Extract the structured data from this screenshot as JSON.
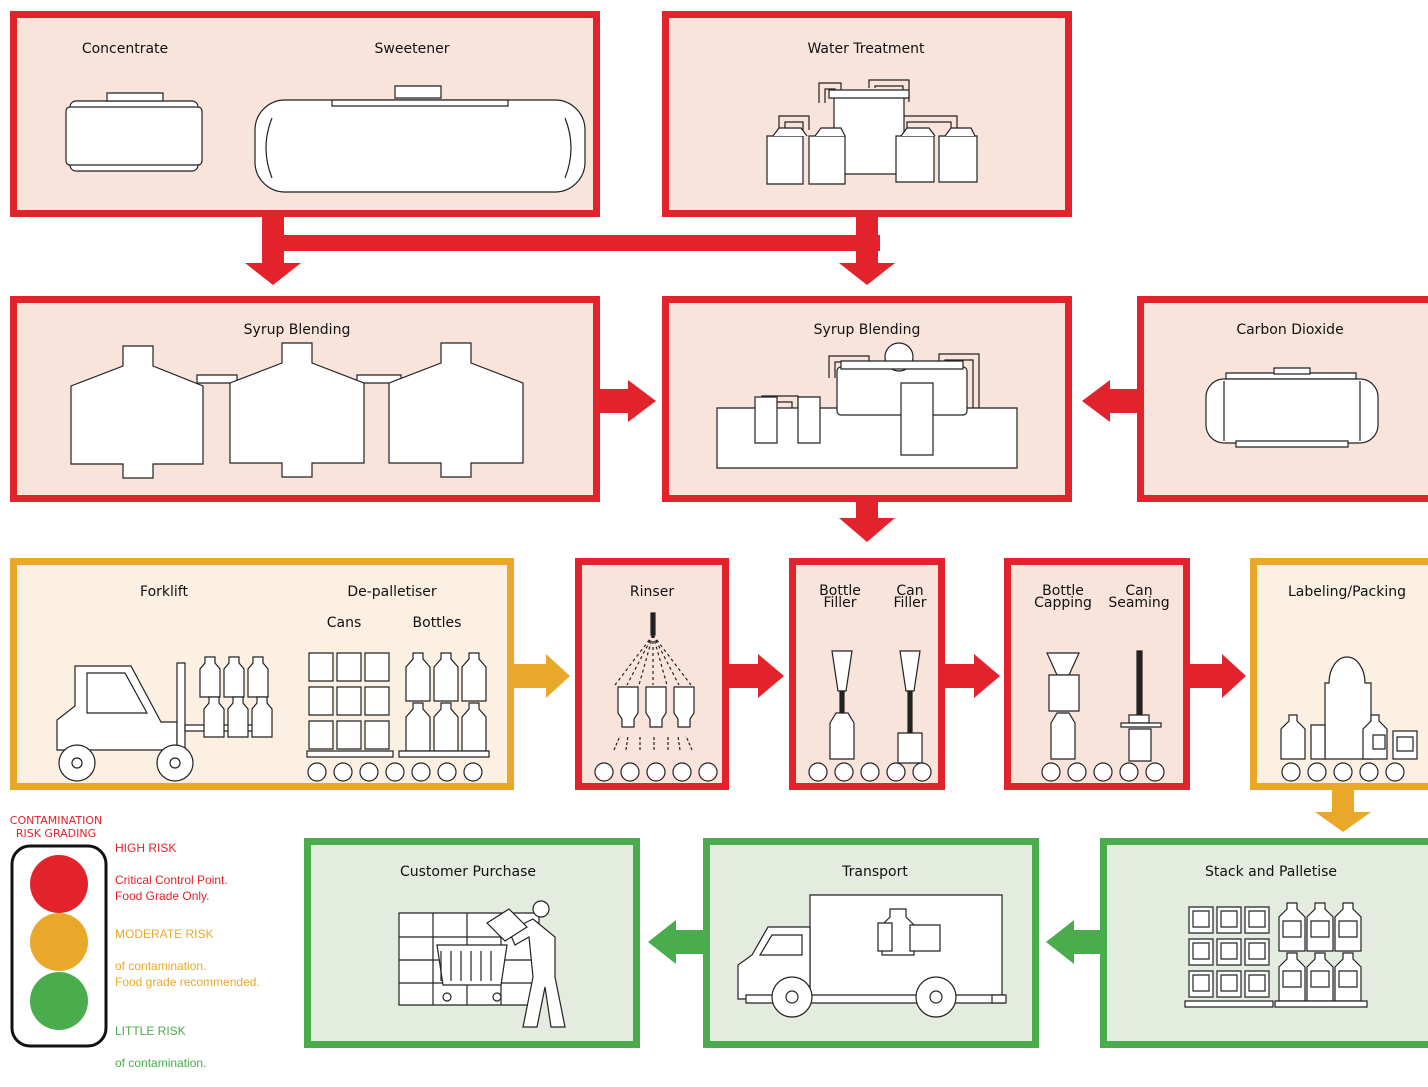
{
  "stages": {
    "concentrate": "Concentrate",
    "sweetener": "Sweetener",
    "water_treatment": "Water Treatment",
    "syrup_blending_1": "Syrup Blending",
    "syrup_blending_2": "Syrup Blending",
    "carbon_dioxide": "Carbon Dioxide",
    "forklift": "Forklift",
    "depalletiser": "De-palletiser",
    "cans": "Cans",
    "bottles": "Bottles",
    "rinser": "Rinser",
    "bottle_filler": "Bottle\nFiller",
    "can_filler": "Can\nFiller",
    "bottle_capping": "Bottle\nCapping",
    "can_seaming": "Can\nSeaming",
    "labeling_packing": "Labeling/Packing",
    "stack_palletise": "Stack and Palletise",
    "transport": "Transport",
    "customer_purchase": "Customer Purchase"
  },
  "legend": {
    "title": "CONTAMINATION\nRISK GRADING",
    "high_title": "HIGH RISK",
    "high_desc": "Critical Control Point.\nFood Grade Only.",
    "moderate_title": "MODERATE RISK",
    "moderate_desc": "of contamination.\nFood grade recommended.",
    "little_title": "LITTLE RISK",
    "little_desc": "of contamination.",
    "colors": {
      "high": "#e3232b",
      "moderate": "#eaa82a",
      "little": "#4aac4c"
    }
  }
}
